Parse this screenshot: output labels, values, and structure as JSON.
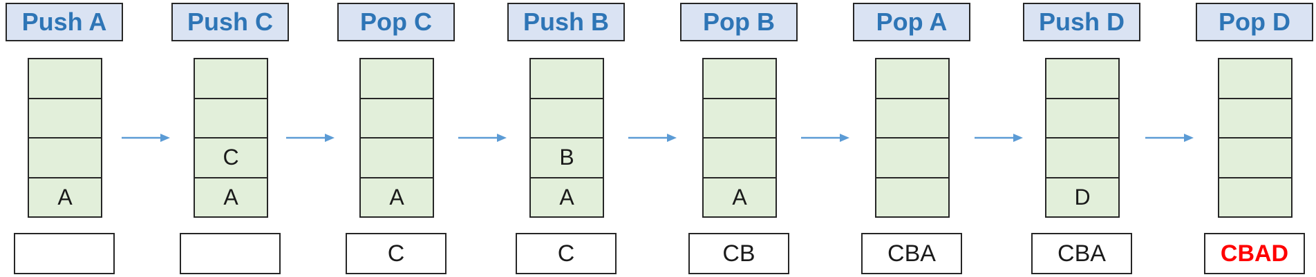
{
  "steps": [
    {
      "op": "Push A",
      "stack": [
        "",
        "",
        "",
        "A"
      ],
      "output": ""
    },
    {
      "op": "Push C",
      "stack": [
        "",
        "",
        "C",
        "A"
      ],
      "output": ""
    },
    {
      "op": "Pop C",
      "stack": [
        "",
        "",
        "",
        "A"
      ],
      "output": "C"
    },
    {
      "op": "Push B",
      "stack": [
        "",
        "",
        "B",
        "A"
      ],
      "output": "C"
    },
    {
      "op": "Pop B",
      "stack": [
        "",
        "",
        "",
        "A"
      ],
      "output": "CB"
    },
    {
      "op": "Pop A",
      "stack": [
        "",
        "",
        "",
        ""
      ],
      "output": "CBA"
    },
    {
      "op": "Push D",
      "stack": [
        "",
        "",
        "",
        "D"
      ],
      "output": "CBA"
    },
    {
      "op": "Pop D",
      "stack": [
        "",
        "",
        "",
        ""
      ],
      "output": "CBAD"
    }
  ],
  "colors": {
    "label_bg": "#dae3f3",
    "label_text": "#2e75b6",
    "stack_bg": "#e2efda",
    "arrow": "#5b9bd5",
    "final_output": "#ff0000"
  }
}
